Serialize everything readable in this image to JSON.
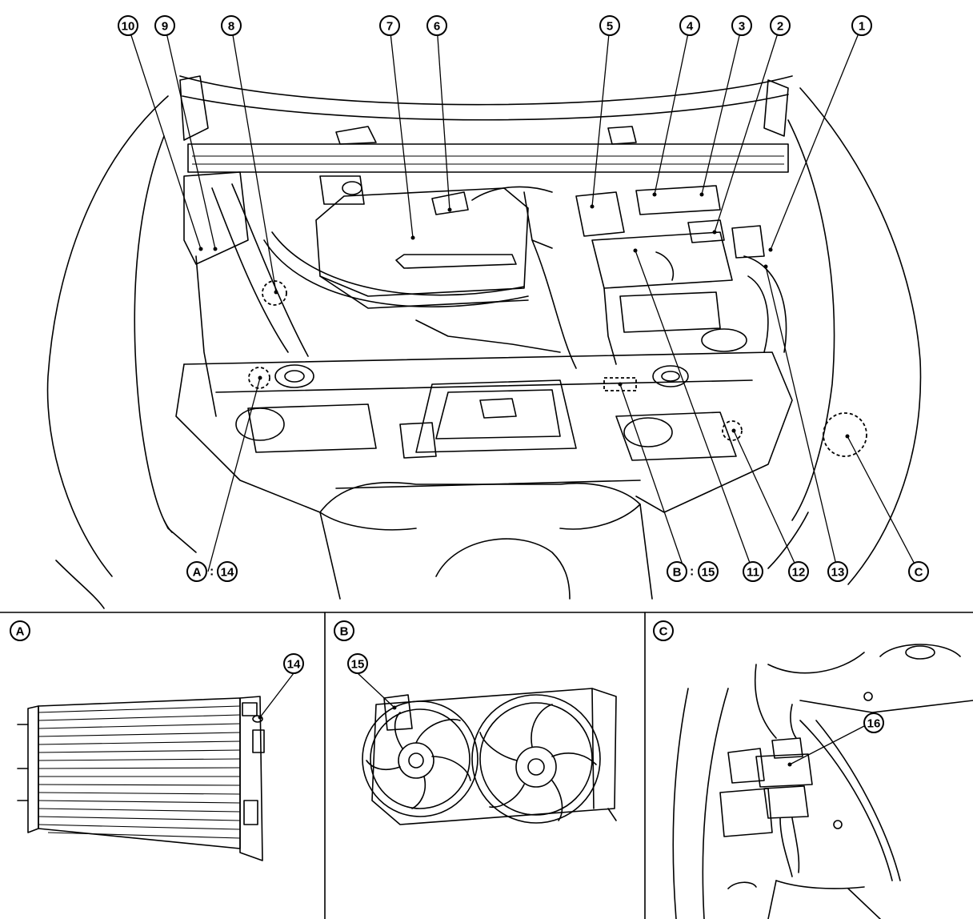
{
  "callouts": [
    {
      "id": "c1",
      "label": "1"
    },
    {
      "id": "c2",
      "label": "2"
    },
    {
      "id": "c3",
      "label": "3"
    },
    {
      "id": "c4",
      "label": "4"
    },
    {
      "id": "c5",
      "label": "5"
    },
    {
      "id": "c6",
      "label": "6"
    },
    {
      "id": "c7",
      "label": "7"
    },
    {
      "id": "c8",
      "label": "8"
    },
    {
      "id": "c9",
      "label": "9"
    },
    {
      "id": "c10",
      "label": "10"
    },
    {
      "id": "c11",
      "label": "11"
    },
    {
      "id": "c12",
      "label": "12"
    },
    {
      "id": "c13",
      "label": "13"
    },
    {
      "id": "cC",
      "label": "C"
    }
  ],
  "captions": {
    "a_ref": {
      "letter": "A",
      "sep": ":",
      "num": "14"
    },
    "b_ref": {
      "letter": "B",
      "sep": ":",
      "num": "15"
    }
  },
  "panels": {
    "a": {
      "letter": "A",
      "callout": "14"
    },
    "b": {
      "letter": "B",
      "callout": "15"
    },
    "c": {
      "letter": "C",
      "callout": "16"
    }
  }
}
